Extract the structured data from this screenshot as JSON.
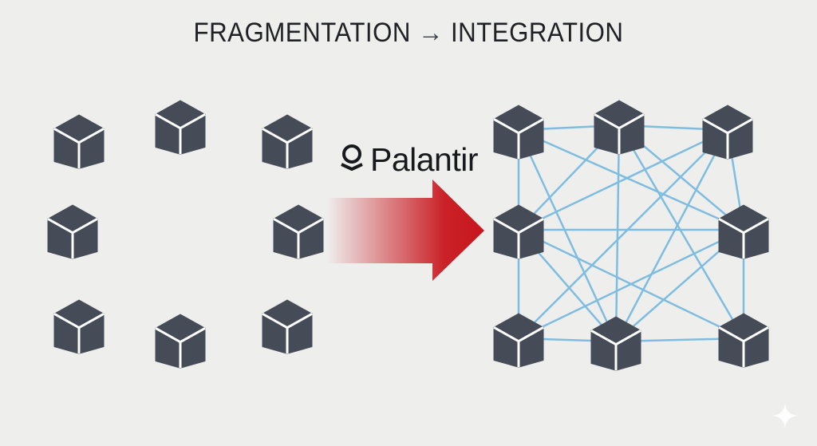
{
  "title": {
    "left": "FRAGMENTATION",
    "arrow": "→",
    "right": "INTEGRATION"
  },
  "brand": {
    "name": "Palantir",
    "icon": "palantir-logo-icon"
  },
  "colors": {
    "background": "#eeeeed",
    "cube_fill": "#454c57",
    "cube_edge": "#ffffff",
    "connection": "#7fbde0",
    "arrow_red": "#c8161d",
    "title_text": "#1f2125"
  },
  "left_cluster": {
    "node_count": 8,
    "connections": 0
  },
  "right_cluster": {
    "node_count": 8,
    "edges": [
      [
        "top-left",
        "top-middle"
      ],
      [
        "top-middle",
        "top-right"
      ],
      [
        "top-left",
        "middle-left"
      ],
      [
        "top-right",
        "middle-right"
      ],
      [
        "middle-left",
        "bottom-left"
      ],
      [
        "middle-right",
        "bottom-right"
      ],
      [
        "bottom-left",
        "bottom-middle"
      ],
      [
        "bottom-middle",
        "bottom-right"
      ],
      [
        "top-left",
        "middle-right"
      ],
      [
        "top-left",
        "bottom-middle"
      ],
      [
        "top-middle",
        "middle-left"
      ],
      [
        "top-middle",
        "middle-right"
      ],
      [
        "top-middle",
        "bottom-middle"
      ],
      [
        "top-middle",
        "bottom-right"
      ],
      [
        "top-right",
        "middle-left"
      ],
      [
        "top-right",
        "bottom-left"
      ],
      [
        "top-right",
        "bottom-middle"
      ],
      [
        "middle-left",
        "middle-right"
      ],
      [
        "middle-left",
        "bottom-middle"
      ],
      [
        "middle-left",
        "bottom-right"
      ],
      [
        "middle-right",
        "bottom-left"
      ],
      [
        "middle-right",
        "bottom-middle"
      ]
    ]
  },
  "watermark_icon": "sparkle-icon"
}
